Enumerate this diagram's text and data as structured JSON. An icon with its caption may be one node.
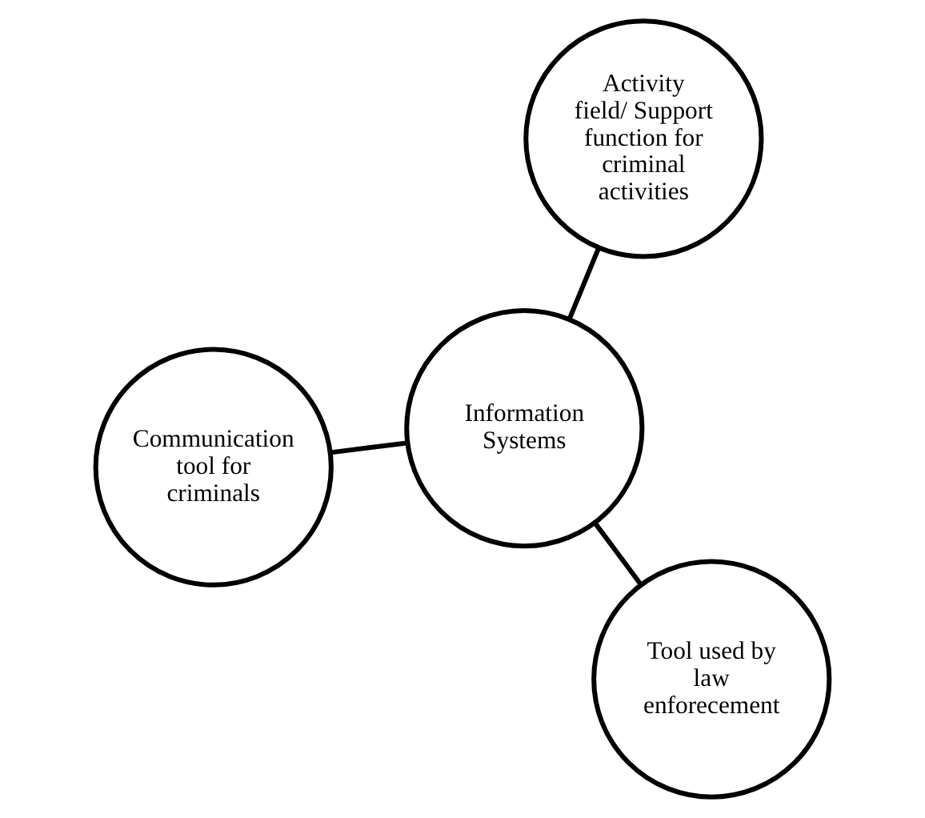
{
  "diagram": {
    "nodes": [
      {
        "text": [
          "Communication tool for criminals"
        ]
      },
      {
        "text": [
          "Information Systems"
        ]
      },
      {
        "text": [
          "Tool used by law enforecement"
        ]
      },
      {
        "text": [
          "Activity field/ Support function for criminal activities"
        ]
      }
    ],
    "edges": [
      {
        "from": 1,
        "to": 0,
        "arrow": "none"
      },
      {
        "from": 1,
        "to": 2,
        "arrow": "none"
      },
      {
        "from": 1,
        "to": 3,
        "arrow": "none"
      }
    ]
  }
}
